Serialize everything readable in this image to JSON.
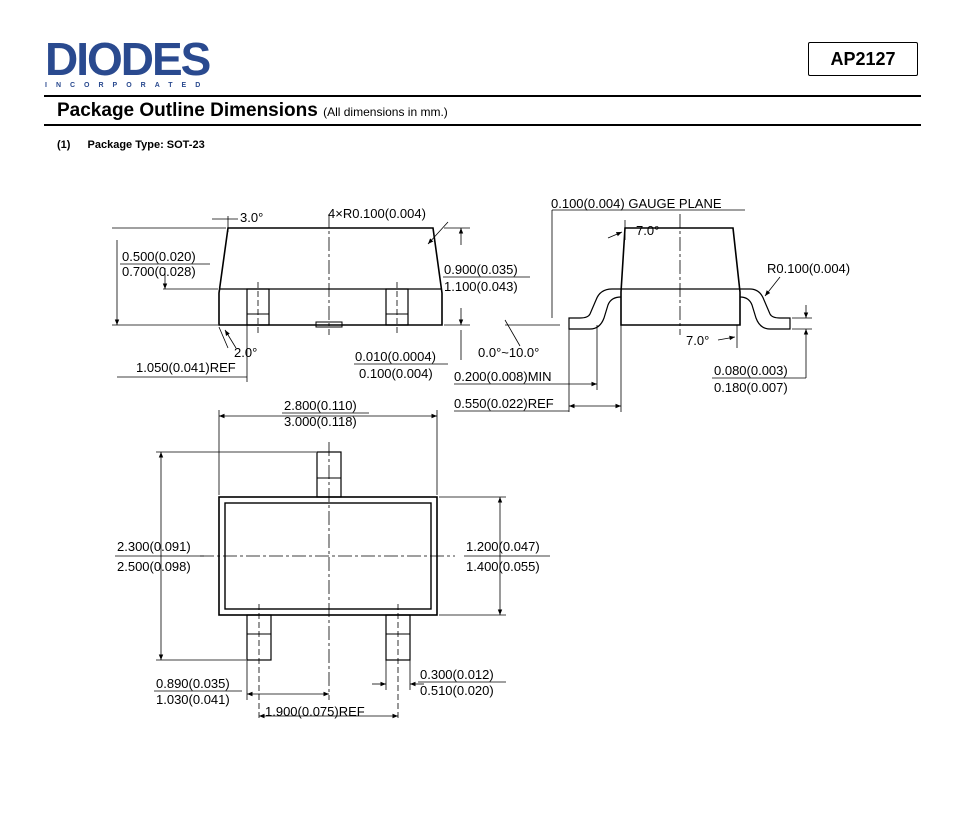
{
  "header": {
    "logo_word": "DIODES",
    "logo_sub": "INCORPORATED",
    "part_number": "AP2127"
  },
  "section": {
    "title": "Package Outline Dimensions",
    "note": "(All dimensions in mm.)"
  },
  "package": {
    "index": "(1)",
    "label": "Package Type: SOT-23"
  },
  "dims": {
    "angle_3": "3.0°",
    "radius_4x": "4×R0.100(0.004)",
    "d_0500": "0.500(0.020)",
    "d_0700": "0.700(0.028)",
    "d_0900": "0.900(0.035)",
    "d_1100": "1.100(0.043)",
    "angle_2": "2.0°",
    "d_0010": "0.010(0.0004)",
    "d_0100": "0.100(0.004)",
    "d_1050ref": "1.050(0.041)REF",
    "gauge_plane": "0.100(0.004) GAUGE PLANE",
    "angle_7a": "7.0°",
    "r_0100": "R0.100(0.004)",
    "angle_range": "0.0°~10.0°",
    "angle_7b": "7.0°",
    "d_0200min": "0.200(0.008)MIN",
    "d_0550ref": "0.550(0.022)REF",
    "d_0080": "0.080(0.003)",
    "d_0180": "0.180(0.007)",
    "d_2800": "2.800(0.110)",
    "d_3000": "3.000(0.118)",
    "d_2300": "2.300(0.091)",
    "d_2500": "2.500(0.098)",
    "d_1200": "1.200(0.047)",
    "d_1400": "1.400(0.055)",
    "d_0890": "0.890(0.035)",
    "d_1030": "1.030(0.041)",
    "d_0300": "0.300(0.012)",
    "d_0510": "0.510(0.020)",
    "d_1900ref": "1.900(0.075)REF"
  }
}
